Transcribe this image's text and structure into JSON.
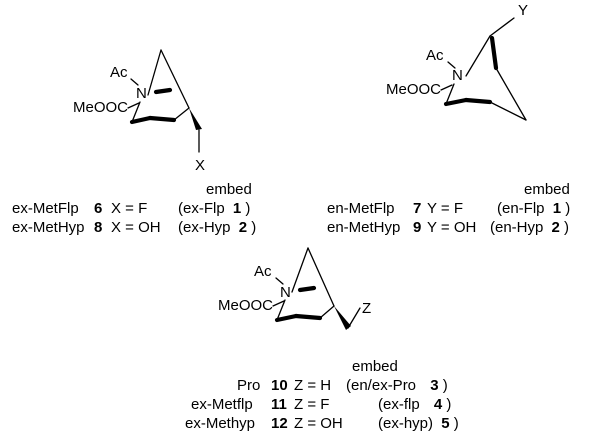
{
  "structures": {
    "left": {
      "ac": "Ac",
      "n": "N",
      "ester": "MeOOC",
      "sub": "X"
    },
    "right": {
      "ac": "Ac",
      "n": "N",
      "ester": "MeOOC",
      "sub": "Y"
    },
    "bottom": {
      "ac": "Ac",
      "n": "N",
      "ester": "MeOOC",
      "sub": "Z"
    }
  },
  "tables": {
    "left": {
      "header": "embed",
      "rows": [
        {
          "name": "ex-MetFlp",
          "num": "6",
          "assign": "X = F",
          "paren_open": "(ex-Flp",
          "ref": "1",
          "paren_close": ")"
        },
        {
          "name": "ex-MetHyp",
          "num": "8",
          "assign": "X = OH",
          "paren_open": "(ex-Hyp",
          "ref": "2",
          "paren_close": ")"
        }
      ]
    },
    "right": {
      "header": "embed",
      "rows": [
        {
          "name": "en-MetFlp",
          "num": "7",
          "assign": "Y = F",
          "paren_open": "(en-Flp",
          "ref": "1",
          "paren_close": ")"
        },
        {
          "name": "en-MetHyp",
          "num": "9",
          "assign": "Y = OH",
          "paren_open": "(en-Hyp",
          "ref": "2",
          "paren_close": ")"
        }
      ]
    },
    "bottom": {
      "header": "embed",
      "rows": [
        {
          "name": "Pro",
          "num": "10",
          "assign": "Z = H",
          "paren_open": "(en/ex-Pro",
          "ref": "3",
          "paren_close": ")"
        },
        {
          "name": "ex-Metflp",
          "num": "11",
          "assign": "Z = F",
          "paren_open": "(ex-flp",
          "ref": "4",
          "paren_close": ")"
        },
        {
          "name": "ex-Methyp",
          "num": "12",
          "assign": "Z = OH",
          "paren_open": "(ex-hyp)",
          "ref": "5",
          "paren_close": ")"
        }
      ]
    }
  }
}
